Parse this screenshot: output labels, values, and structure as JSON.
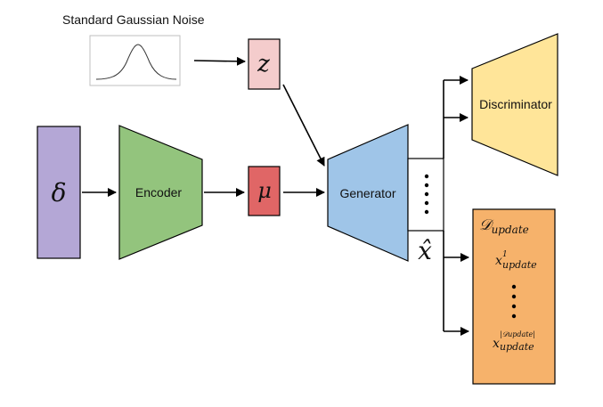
{
  "noise_title": "Standard Gaussian Noise",
  "encoder_label": "Encoder",
  "generator_label": "Generator",
  "discriminator_label": "Discriminator",
  "symbols": {
    "delta": "δ",
    "z": "z",
    "mu": "μ",
    "x_hat": "x̂"
  },
  "update_set": {
    "title_main": "𝒟",
    "title_sub": "update",
    "item_first_main": "x",
    "item_first_sup": "1",
    "item_first_sub": "update",
    "item_last_main": "x",
    "item_last_sup": "|𝒟update|",
    "item_last_sub": "update"
  },
  "colors": {
    "delta_box": "#b4a7d6",
    "z_box": "#f4cccc",
    "mu_box": "#e06666",
    "encoder": "#93c47d",
    "generator": "#9fc5e8",
    "discriminator": "#ffe599",
    "update_box": "#f6b26b"
  }
}
